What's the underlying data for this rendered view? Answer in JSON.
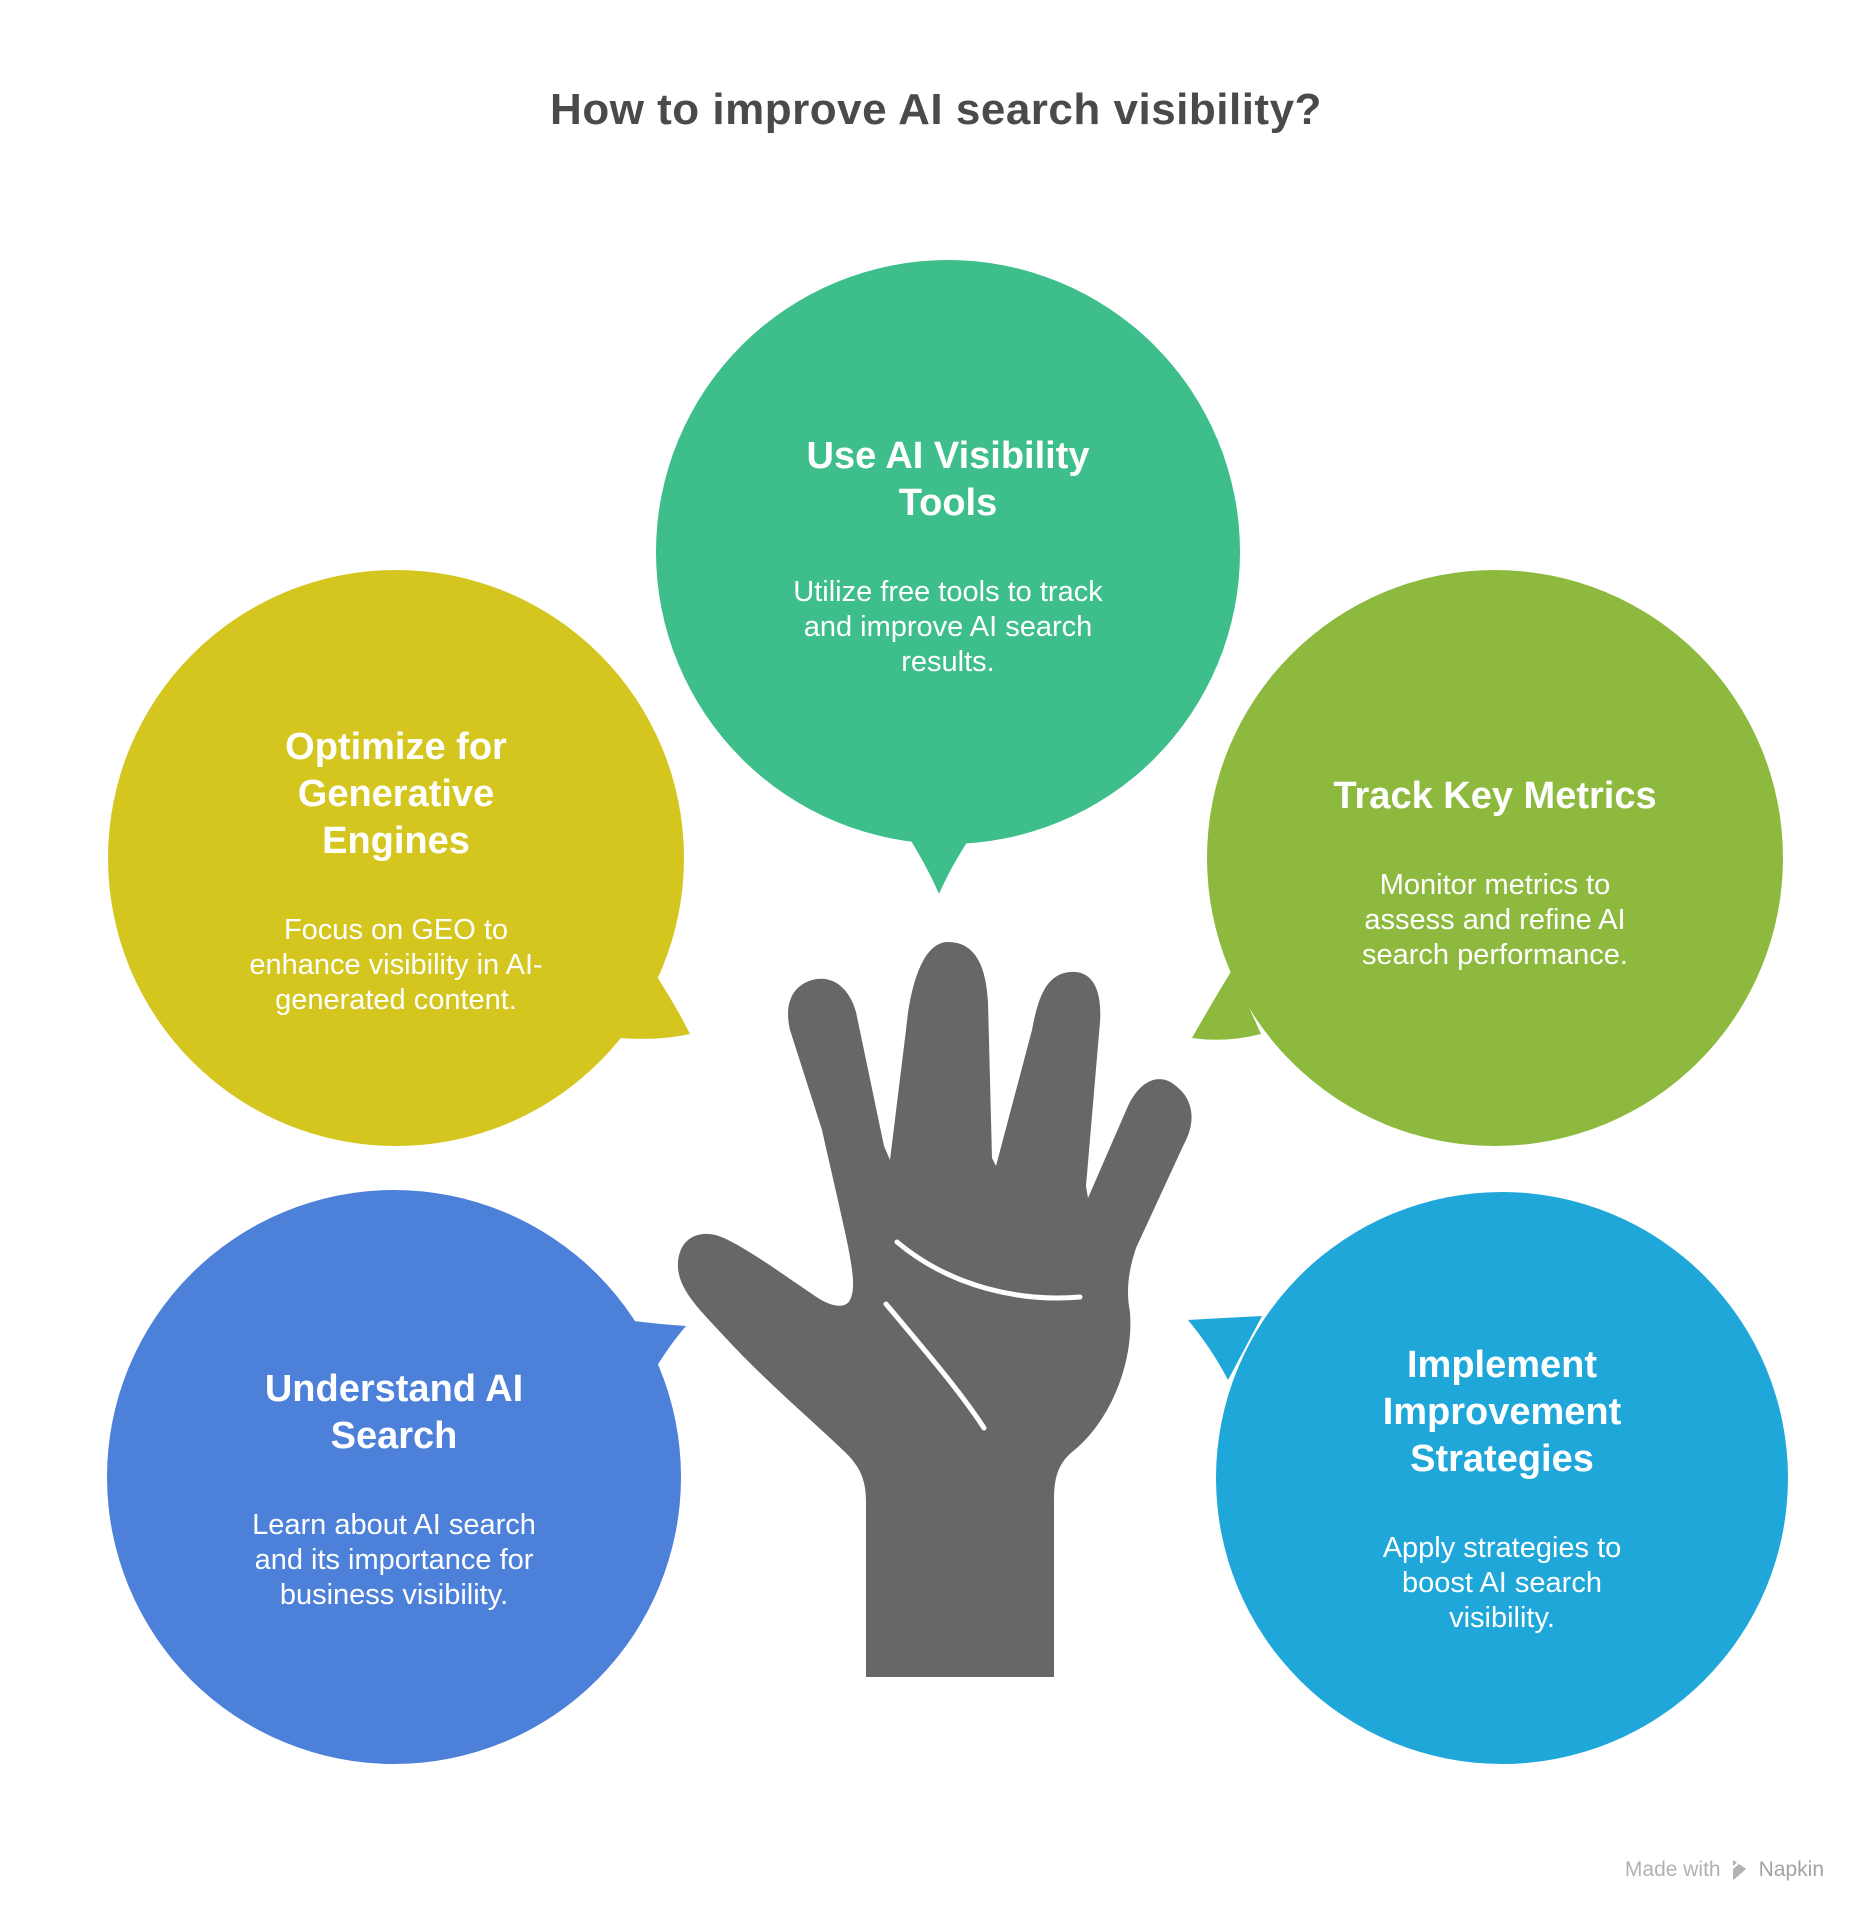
{
  "title": "How to improve AI search visibility?",
  "bubbles": [
    {
      "id": "use-ai-visibility-tools",
      "position": "top-center",
      "color": "#3dbe8a",
      "heading": "Use AI Visibility\nTools",
      "body": "Utilize free tools to track\nand improve AI search\nresults."
    },
    {
      "id": "optimize-for-generative-engines",
      "position": "middle-left",
      "color": "#d4c61f",
      "heading": "Optimize for\nGenerative\nEngines",
      "body": "Focus on GEO to\nenhance visibility in AI-\ngenerated content."
    },
    {
      "id": "track-key-metrics",
      "position": "middle-right",
      "color": "#8dba3e",
      "heading": "Track Key Metrics",
      "body": "Monitor metrics to\nassess and refine AI\nsearch performance."
    },
    {
      "id": "understand-ai-search",
      "position": "bottom-left",
      "color": "#4c80d9",
      "heading": "Understand AI\nSearch",
      "body": "Learn about AI search\nand its importance for\nbusiness visibility."
    },
    {
      "id": "implement-improvement-strategies",
      "position": "bottom-right",
      "color": "#1fa7da",
      "heading": "Implement\nImprovement\nStrategies",
      "body": "Apply strategies to\nboost AI search\nvisibility."
    }
  ],
  "center_icon": {
    "name": "raised-hand",
    "color": "#676767",
    "palm_line_color": "#ffffff"
  },
  "palette": {
    "title_text": "#4a4a4a",
    "bubble_text": "#ffffff",
    "watermark_text": "#b2b2b2"
  },
  "watermark": {
    "prefix": "Made with",
    "brand": "Napkin"
  }
}
